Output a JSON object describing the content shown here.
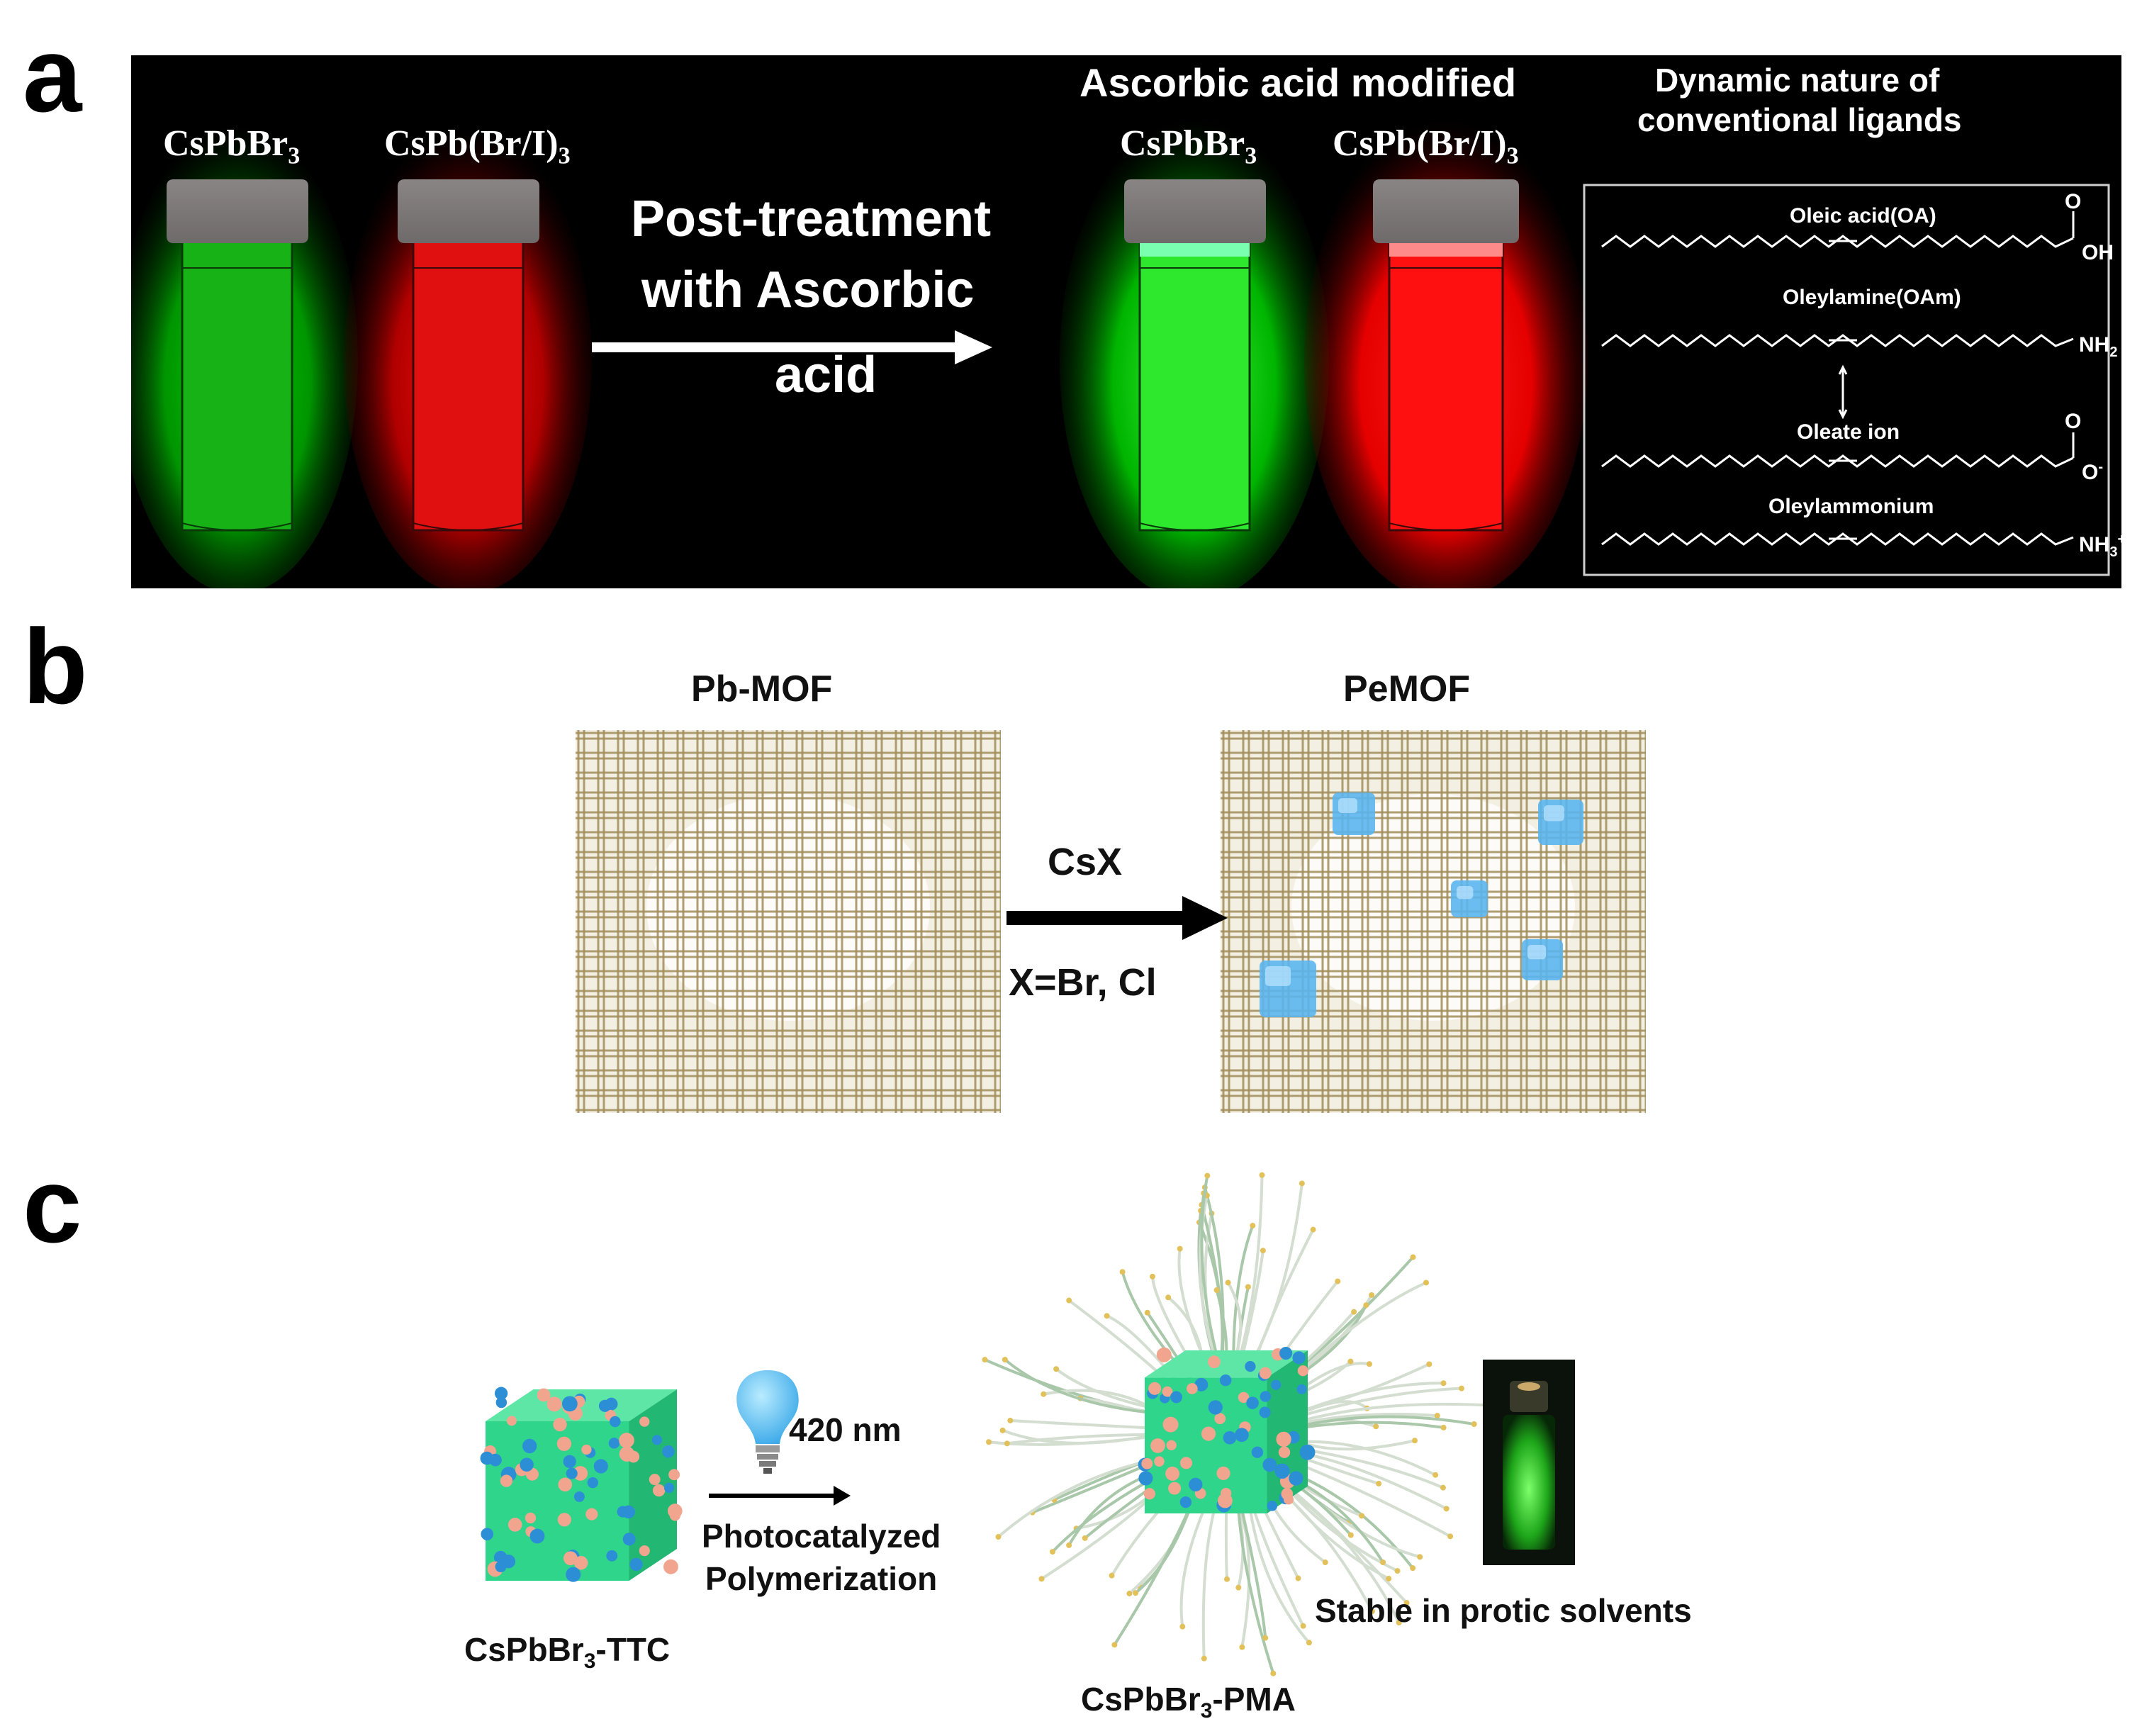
{
  "panels": {
    "a": {
      "letter": "a",
      "vials_left": [
        {
          "formula": "CsPbBr",
          "sub": "3",
          "suffix": "",
          "glow": "#00c800"
        },
        {
          "formula": "CsPb(Br/I)",
          "sub": "3",
          "suffix": "",
          "glow": "#e00000"
        }
      ],
      "arrow_text": [
        "Post-treatment",
        "with Ascorbic",
        "acid"
      ],
      "modified_heading": "Ascorbic acid modified",
      "vials_right": [
        {
          "formula": "CsPbBr",
          "sub": "3",
          "glow": "#00e000"
        },
        {
          "formula": "CsPb(Br/I)",
          "sub": "3",
          "glow": "#ff0000"
        }
      ],
      "ligand_heading": [
        "Dynamic nature of",
        "conventional ligands"
      ],
      "ligands": {
        "oleic_acid": "Oleic acid(OA)",
        "oleylamine": "Oleylamine(OAm)",
        "oleate": "Oleate ion",
        "oleylammonium": "Oleylammonium",
        "group_oh": "OH",
        "group_o": "O",
        "group_nh2": "NH",
        "group_nh2_sub": "2",
        "group_o_minus": "O",
        "group_o_minus_sup": "-",
        "group_nh3": "NH",
        "group_nh3_sub": "3",
        "group_nh3_sup": "+"
      }
    },
    "b": {
      "letter": "b",
      "left_title": "Pb-MOF",
      "right_title": "PeMOF",
      "arrow_top": "CsX",
      "arrow_bottom": "X=Br, Cl",
      "grid_color": "#a38e5c",
      "crystal_color": "#5bb5ee"
    },
    "c": {
      "letter": "c",
      "left_label_main": "CsPbBr",
      "left_label_sub": "3",
      "left_label_suffix": "-TTC",
      "wavelength": "420 nm",
      "arrow_text": [
        "Photocatalyzed",
        "Polymerization"
      ],
      "right_label_main": "CsPbBr",
      "right_label_sub": "3",
      "right_label_suffix": "-PMA",
      "photo_caption": "Stable in protic solvents",
      "cube_color": "#2fd58a",
      "dot_colors": [
        "#2c8fd6",
        "#f2a58e"
      ]
    }
  }
}
